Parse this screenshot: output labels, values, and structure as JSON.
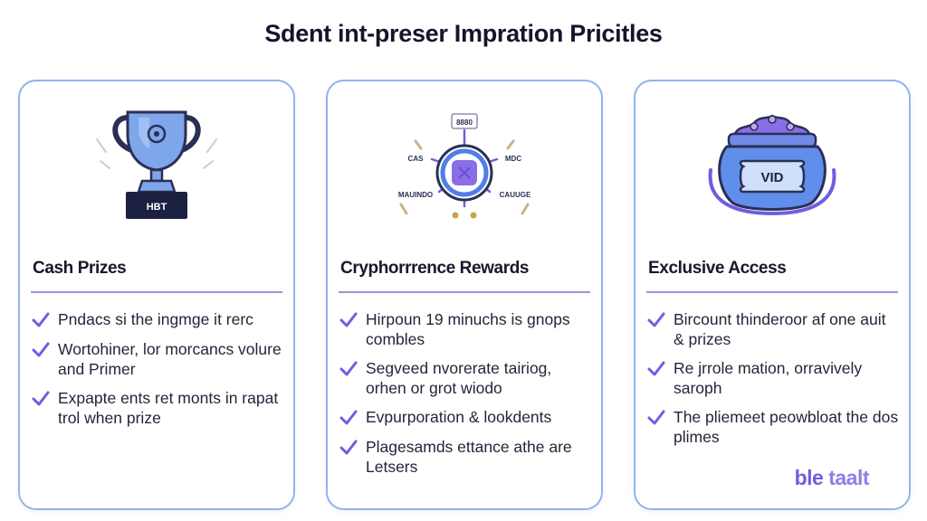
{
  "title": "Sdent int-preser Impration Pricitles",
  "colors": {
    "card_border": "#8fb4ee",
    "accent": "#6f5ee0",
    "divider": "#9b96d8",
    "check": "#6f5ee0"
  },
  "cards": [
    {
      "title": "Cash Prizes",
      "icon": "trophy-icon",
      "icon_label": "HBT",
      "items": [
        "Pndacs si the ingmge it rerc",
        "Wortohiner, lor morcancs volure and Primer",
        "Expapte ents ret monts in rapat trol when prize"
      ]
    },
    {
      "title": "Cryphorrrence Rewards",
      "icon": "crypto-network-icon",
      "nodes": [
        "8880",
        "CAS",
        "MDC",
        "MAUINDO",
        "CAUUGE"
      ],
      "items": [
        "Hirpoun 19 minuchs is gnops combles",
        "Segveed nvorerate tairiog, orhen or grot wiodo",
        "Evpurporation & lookdents",
        "Plagesamds ettance athe are Letsers"
      ]
    },
    {
      "title": "Exclusive Access",
      "icon": "vip-treasure-pot-icon",
      "icon_label": "VID",
      "items": [
        "Bircount thinderoor af one auit & prizes",
        "Re jrrole mation, orravively saroph",
        "The pliemeet peowbloat the dos plimes"
      ]
    }
  ],
  "brand": {
    "part1": "ble",
    "part2": " taalt"
  }
}
